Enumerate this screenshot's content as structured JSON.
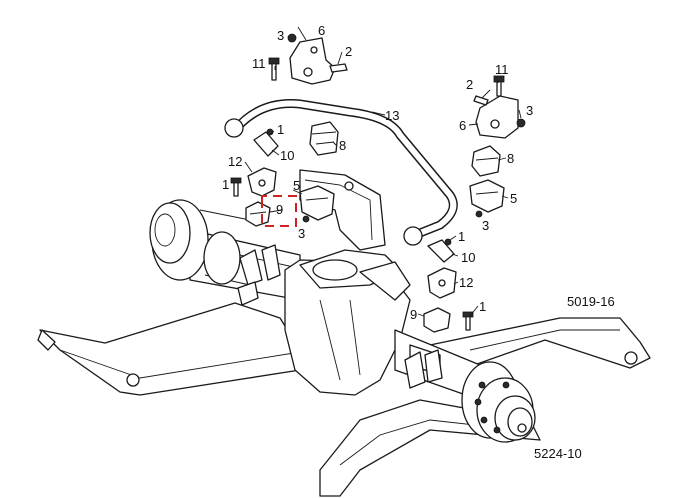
{
  "callouts": {
    "c1_top": "1",
    "c1_mid": "1",
    "c1_left": "1",
    "c1_right": "1",
    "c2_top": "2",
    "c2_right": "2",
    "c3_top": "3",
    "c3_right": "3",
    "c3_mid": "3",
    "c3_lower": "3",
    "c5_left": "5",
    "c5_right": "5",
    "c6_top": "6",
    "c6_right": "6",
    "c8_left": "8",
    "c8_right": "8",
    "c9_left": "9",
    "c9_lower": "9",
    "c10_top": "10",
    "c10_lower": "10",
    "c11_top": "11",
    "c11_right": "11",
    "c12_left": "12",
    "c12_lower": "12",
    "c13": "13"
  },
  "refs": {
    "ref_a": "5019-16",
    "ref_b": "5224-10"
  },
  "colors": {
    "line": "#1a1a1a",
    "highlight": "#cc2222",
    "background": "#ffffff"
  }
}
